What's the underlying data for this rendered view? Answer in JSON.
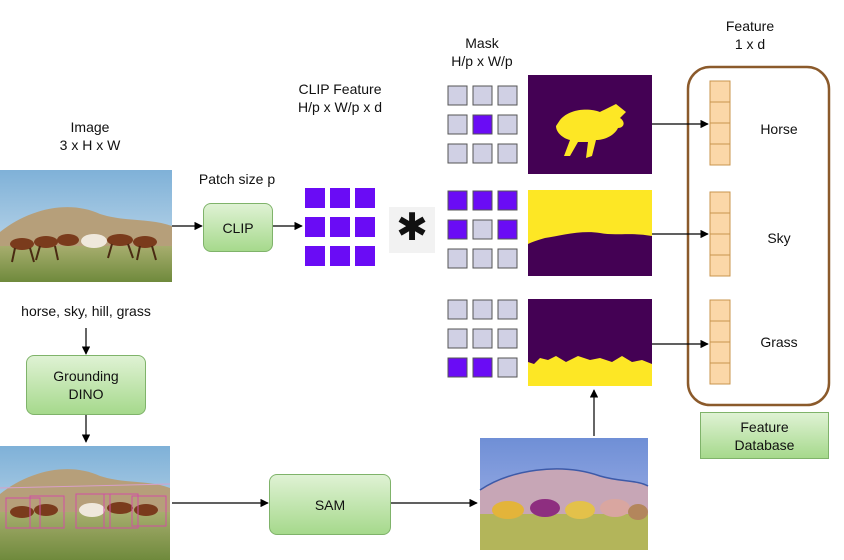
{
  "image_label": {
    "line1": "Image",
    "line2": "3 x H x W"
  },
  "classes_text": "horse, sky, hill, grass",
  "patch_size_label": "Patch size p",
  "clip_feature_label": {
    "line1": "CLIP Feature",
    "line2": "H/p x W/p x d"
  },
  "mask_label": {
    "line1": "Mask",
    "line2": "H/p x W/p"
  },
  "feature_label": {
    "line1": "Feature",
    "line2": "1 x d"
  },
  "boxes": {
    "clip": "CLIP",
    "grounding_dino": {
      "line1": "Grounding",
      "line2": "DINO"
    },
    "sam": "SAM",
    "feature_database": {
      "line1": "Feature",
      "line2": "Database"
    }
  },
  "operator_symbol": "✱",
  "feature_names": [
    "Horse",
    "Sky",
    "Grass"
  ],
  "colors": {
    "purple": "#6a0cf5",
    "light_patch": "#d0d0e4",
    "mask_dark": "#440154",
    "mask_yellow": "#fde725",
    "feature_cell": "#fbd7a8",
    "db_outline": "#8b5a2b",
    "box_green": "#a6d98c"
  }
}
